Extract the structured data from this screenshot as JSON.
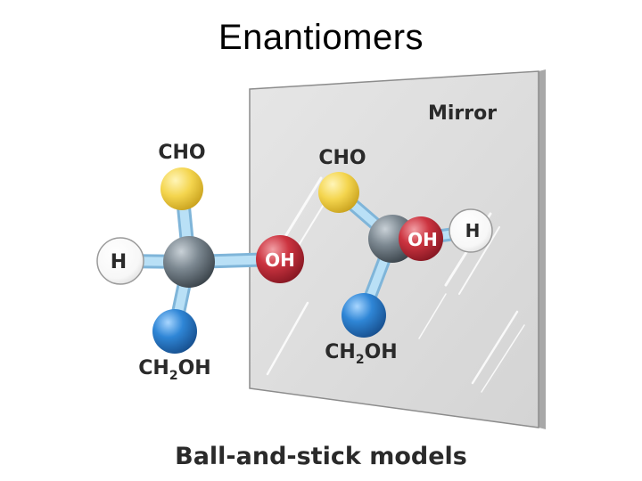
{
  "title": "Enantiomers",
  "caption": "Ball-and-stick models",
  "mirror_label": "Mirror",
  "left_molecule": {
    "top": "CHO",
    "left": "H",
    "right": "OH",
    "bottom": {
      "pre": "CH",
      "sub": "2",
      "post": "OH"
    }
  },
  "right_molecule": {
    "top": "CHO",
    "front": "OH",
    "right": "H",
    "bottom": {
      "pre": "CH",
      "sub": "2",
      "post": "OH"
    }
  },
  "colors": {
    "carbon": "#6f7c86",
    "aldehyde": "#f2d04a",
    "hydroxyl": "#c8323e",
    "hydroxymethyl": "#2f86d6",
    "hydrogen": "#ffffff",
    "bond": "#a9d3ef",
    "mirror": "#dcdcdc"
  }
}
